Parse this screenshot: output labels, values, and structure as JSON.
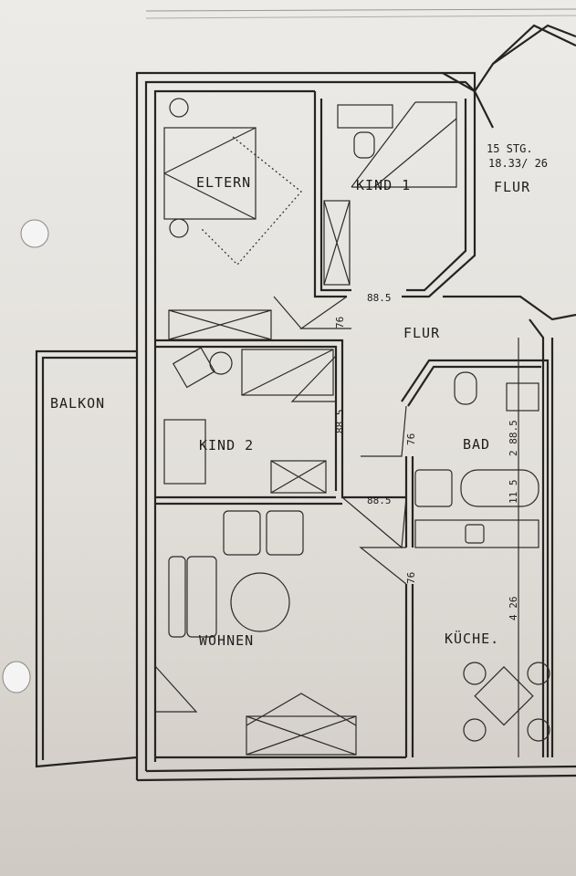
{
  "rooms": {
    "eltern": "ELTERN",
    "kind1": "KIND 1",
    "kind2": "KIND 2",
    "flur": "FLUR",
    "flur_stair": "FLUR",
    "balkon": "BALKON",
    "bad": "BAD",
    "kueche": "KÜCHE.",
    "wohnen": "WOHNEN"
  },
  "stair": {
    "steps": "15 STG.",
    "ratio": "18.33/ 26"
  },
  "dimensions": {
    "door_kind1": "88.5",
    "door_76_a": "76",
    "door_kind2": "88.5",
    "door_76_bad": "76",
    "door_wohnen": "88.5",
    "door_76_kueche": "76",
    "bad_window": "2 88.5",
    "bad_height": "11 5",
    "kueche_window": "4 26"
  }
}
